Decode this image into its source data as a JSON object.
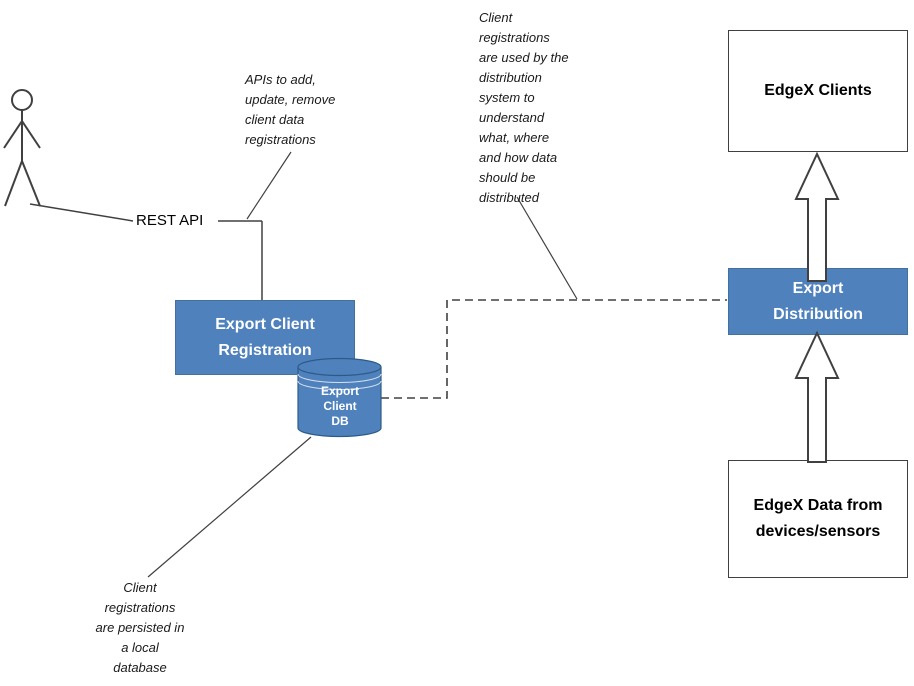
{
  "diagram": {
    "rest_api_label": "REST API",
    "boxes": {
      "export_client_registration": "Export Client\nRegistration",
      "export_distribution": "Export\nDistribution",
      "edgex_clients": "EdgeX Clients",
      "edgex_data": "EdgeX Data from\ndevices/sensors",
      "export_client_db": "Export\nClient\nDB"
    },
    "annotations": {
      "apis_note": "APIs to add,\nupdate, remove\nclient data\nregistrations",
      "distribution_note": "Client\nregistrations\nare used by the\ndistribution\nsystem to\nunderstand\nwhat, where\nand how data\nshould be\ndistributed",
      "persistence_note": "Client\nregistrations\nare persisted in\na local\ndatabase"
    },
    "colors": {
      "box_fill": "#4f81bd",
      "box_border": "#41719c",
      "line_color": "#404040",
      "box_text": "#ffffff"
    }
  }
}
